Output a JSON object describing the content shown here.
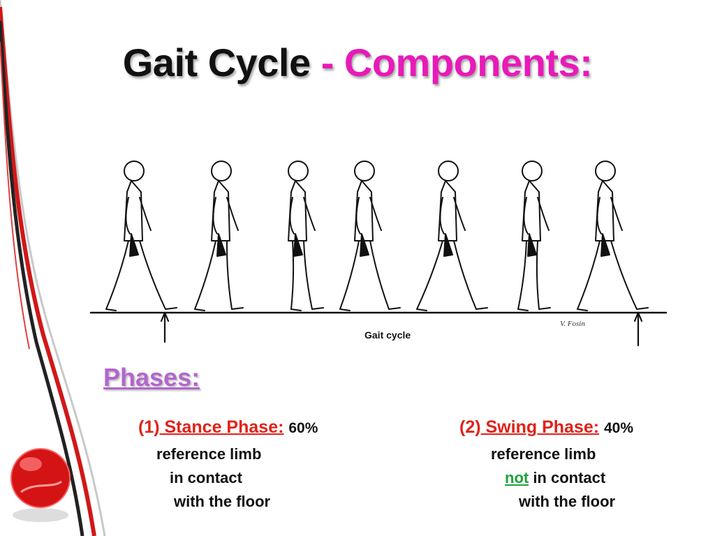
{
  "title": {
    "part1": "Gait Cycle",
    "part2": " - Components:"
  },
  "figure": {
    "caption": "Gait cycle",
    "signature": "V. Fosin"
  },
  "phases_heading": "Phases:",
  "stance": {
    "number": "(1)",
    "name": " Stance Phase:",
    "percent": "60%",
    "line1": "reference limb",
    "line2": "in contact",
    "line3": "with the floor"
  },
  "swing": {
    "number": "(2)",
    "name": " Swing Phase:",
    "percent": "40%",
    "line1": "reference limb",
    "line2_not": "not",
    "line2_rest": " in contact",
    "line3": "with the floor"
  },
  "colors": {
    "title_dark": "#111111",
    "title_pink": "#e81ab8",
    "phases": "#b366cc",
    "phase_red": "#e0221a",
    "not_green": "#1fa23a"
  }
}
